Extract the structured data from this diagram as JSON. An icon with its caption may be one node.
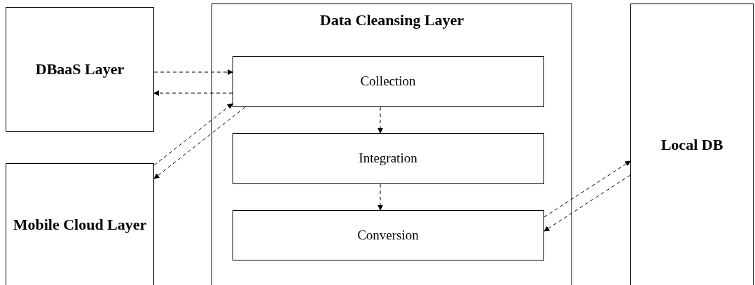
{
  "diagram": {
    "nodes": [
      {
        "text": [
          "DBaaS Layer"
        ]
      },
      {
        "text": [
          "Mobile Cloud Layer"
        ]
      },
      {
        "text": [
          "Data Cleansing Layer"
        ]
      },
      {
        "text": [
          "Collection"
        ],
        "in": 2
      },
      {
        "text": [
          "Integration"
        ],
        "in": 2
      },
      {
        "text": [
          "Conversion"
        ],
        "in": 2
      },
      {
        "text": [
          "Local DB"
        ]
      }
    ],
    "edges": [
      {
        "from": 0,
        "to": 3,
        "arrow": "to"
      },
      {
        "from": 3,
        "to": 0,
        "arrow": "to"
      },
      {
        "from": 1,
        "to": 3,
        "arrow": "to"
      },
      {
        "from": 3,
        "to": 1,
        "arrow": "to"
      },
      {
        "from": 3,
        "to": 4,
        "arrow": "to"
      },
      {
        "from": 4,
        "to": 5,
        "arrow": "to"
      },
      {
        "from": 5,
        "to": 6,
        "arrow": "to"
      },
      {
        "from": 6,
        "to": 5,
        "arrow": "to"
      }
    ]
  }
}
